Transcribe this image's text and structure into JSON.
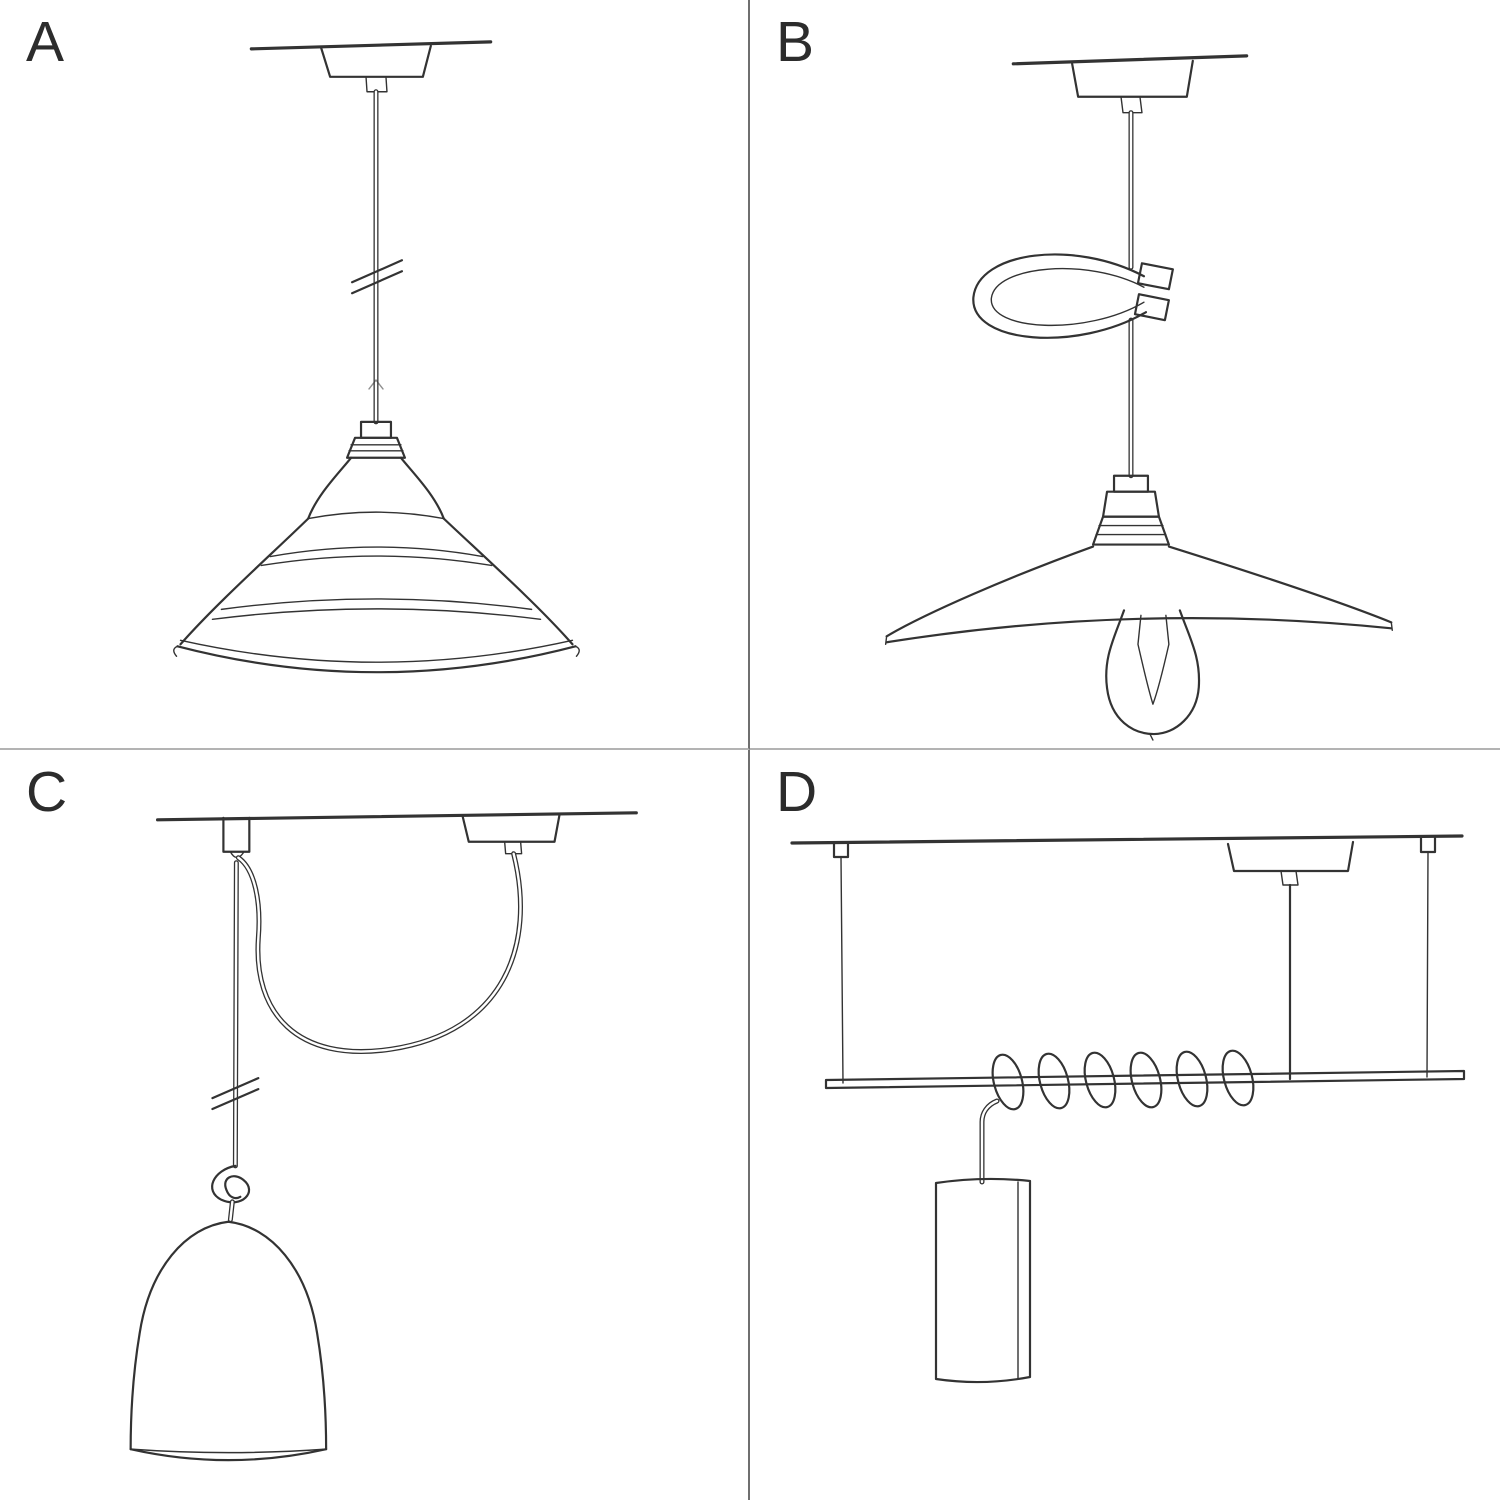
{
  "colors": {
    "background": "#ffffff",
    "ink": "#333333",
    "divider_vertical": "#6f6f6f",
    "divider_horizontal": "#b3b3b3"
  },
  "panels": [
    {
      "label": "A",
      "name": "pendant-with-deep-industrial-shade-sketch"
    },
    {
      "label": "B",
      "name": "pendant-with-flat-plate-shade-and-cable-clip-sketch"
    },
    {
      "label": "C",
      "name": "swag-pendant-with-bell-shade-and-ceiling-hook-sketch"
    },
    {
      "label": "D",
      "name": "pendant-with-tube-shade-on-suspended-bar-sketch"
    }
  ]
}
